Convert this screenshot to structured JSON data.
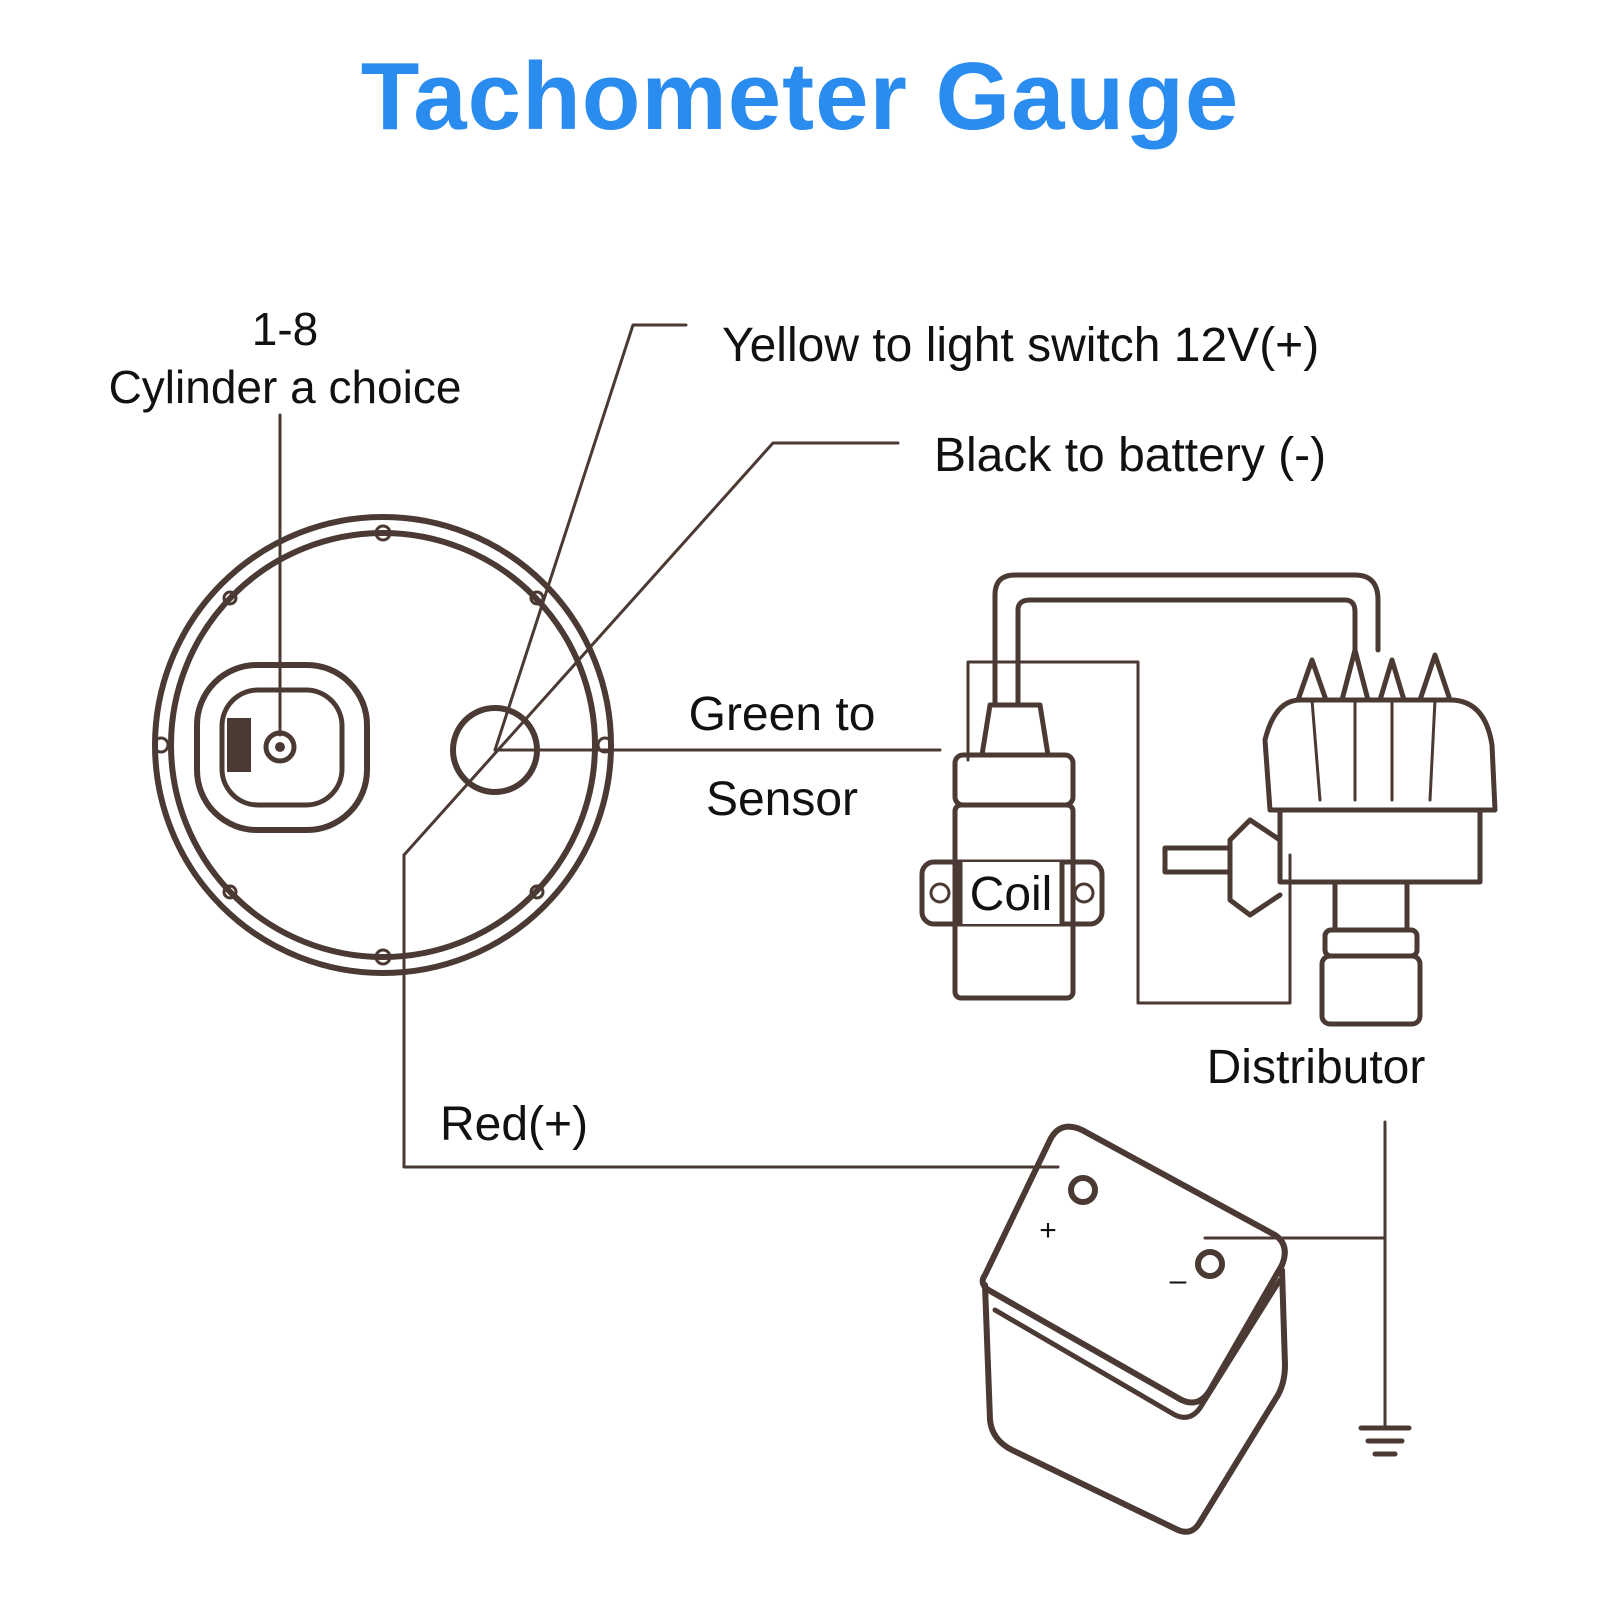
{
  "title": "Tachometer Gauge",
  "colors": {
    "title": "#2b8cf0",
    "ink": "#4a3a33",
    "text": "#111111"
  },
  "labels": {
    "cylinder_number": "1-8",
    "cylinder_choice": "Cylinder a choice",
    "yellow_wire": "Yellow to light switch 12V(+)",
    "black_wire": "Black to battery (-)",
    "green_line1": "Green to",
    "green_line2": "Sensor",
    "coil": "Coil",
    "distributor": "Distributor",
    "red_wire": "Red(+)",
    "battery_plus": "+",
    "battery_minus": "–"
  }
}
